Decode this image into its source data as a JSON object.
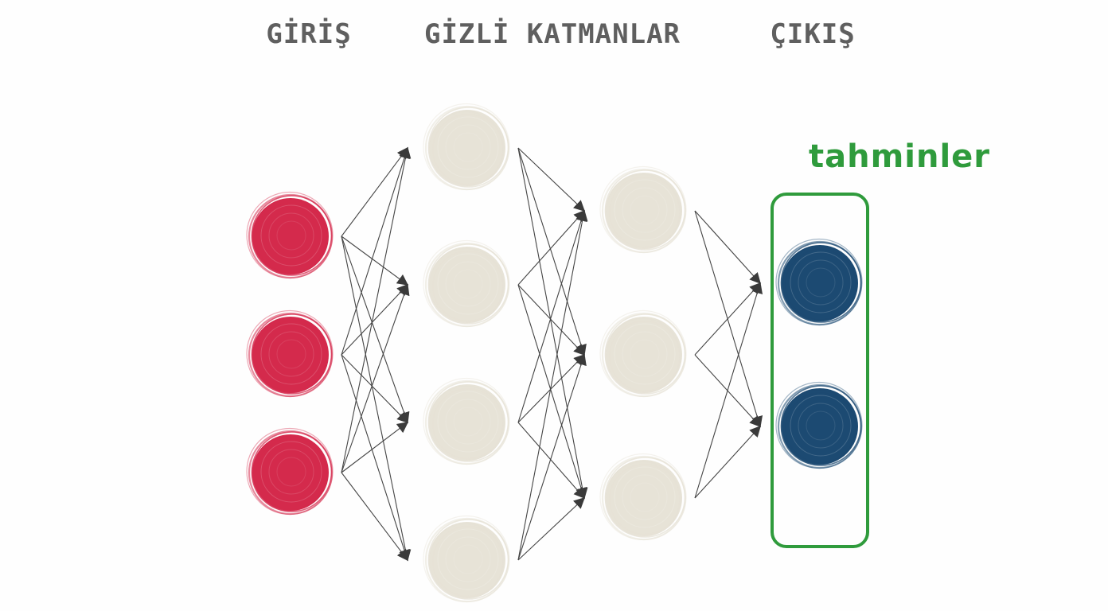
{
  "headings": {
    "input": "GİRİŞ",
    "hidden": "GİZLİ KATMANLAR",
    "output": "ÇIKIŞ"
  },
  "predictions_label": "tahminler",
  "colors": {
    "input_node": "#d42a4c",
    "hidden_node": "#e6e1d5",
    "output_node": "#1c4a72",
    "highlight_box": "#2f9b3c",
    "edge": "#444444",
    "heading": "#5f5f5f"
  },
  "network": {
    "layers": [
      {
        "name": "input",
        "nodes": 3
      },
      {
        "name": "hidden-1",
        "nodes": 4
      },
      {
        "name": "hidden-2",
        "nodes": 3
      },
      {
        "name": "output",
        "nodes": 2
      }
    ],
    "connectivity": "fully-connected"
  }
}
